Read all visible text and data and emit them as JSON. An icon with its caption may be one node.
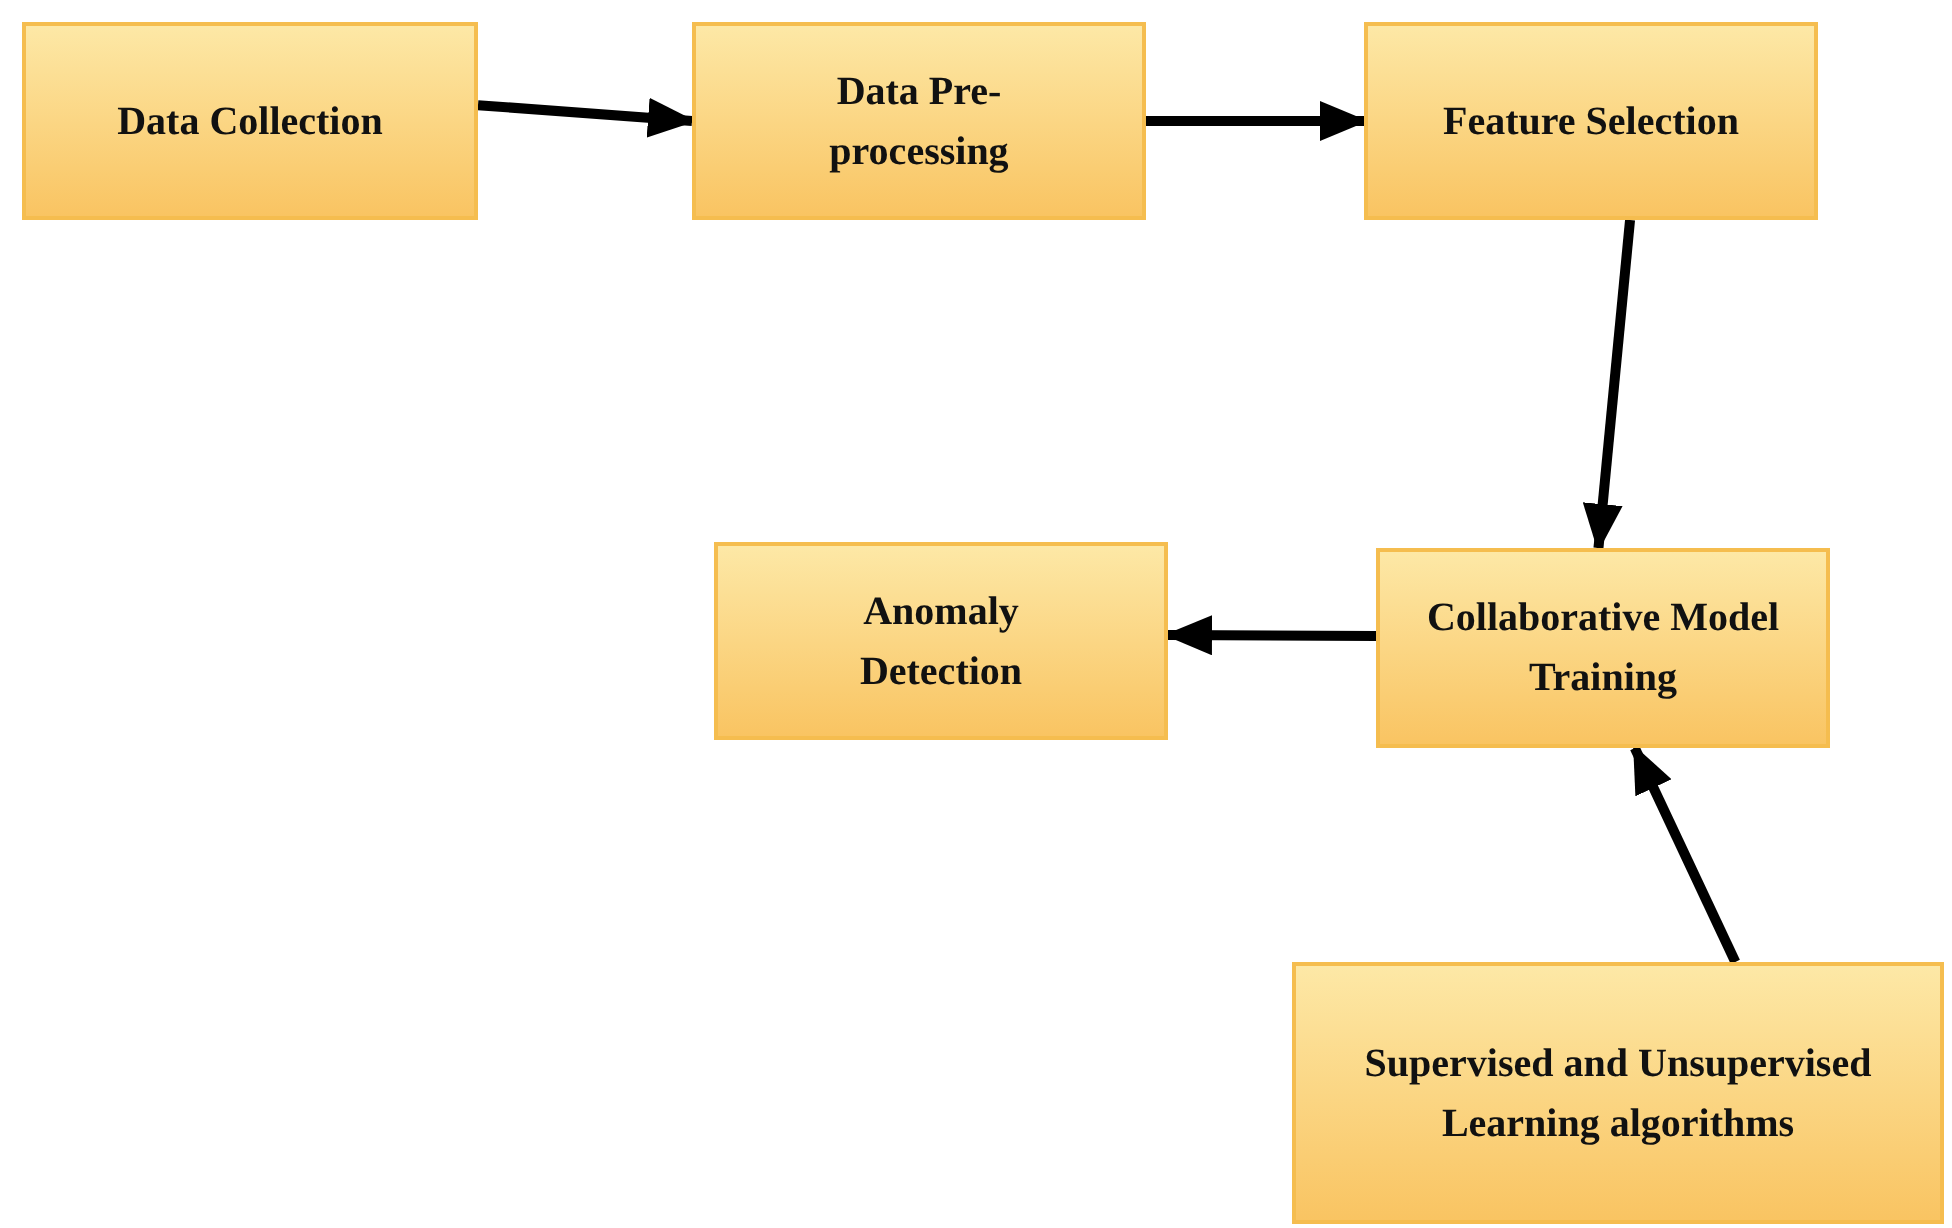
{
  "diagram": {
    "nodes": [
      {
        "text": [
          "Data Collection"
        ]
      },
      {
        "text": [
          "Data Pre-processing"
        ]
      },
      {
        "text": [
          "Feature Selection"
        ]
      },
      {
        "text": [
          "Anomaly Detection"
        ]
      },
      {
        "text": [
          "Collaborative Model Training"
        ]
      },
      {
        "text": [
          "Supervised and Unsupervised Learning algorithms"
        ]
      }
    ],
    "edges": [
      {
        "from": 0,
        "to": 1,
        "arrow": "to"
      },
      {
        "from": 1,
        "to": 2,
        "arrow": "to"
      },
      {
        "from": 2,
        "to": 4,
        "arrow": "to"
      },
      {
        "from": 4,
        "to": 3,
        "arrow": "to"
      },
      {
        "from": 5,
        "to": 4,
        "arrow": "to"
      }
    ]
  }
}
